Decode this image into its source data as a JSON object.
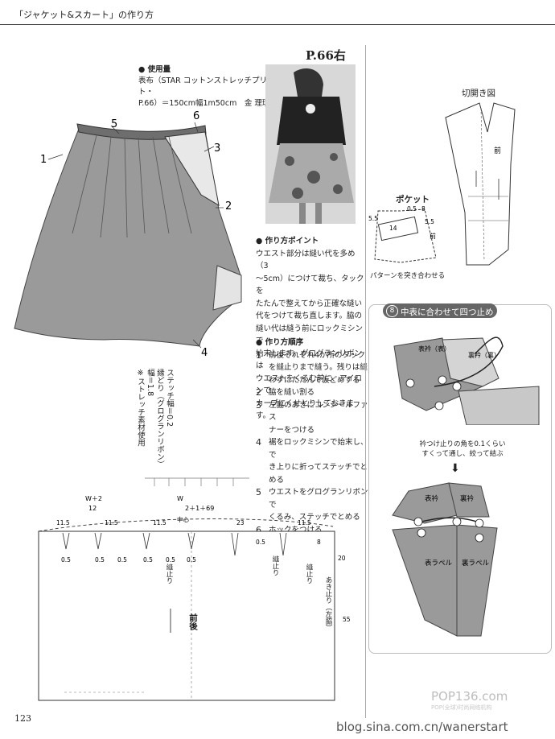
{
  "header": {
    "title": "「ジャケット&スカート」の作り方"
  },
  "page": {
    "ref": "P.66右",
    "number": "123"
  },
  "skirt_fig": {
    "labels": [
      "1",
      "2",
      "3",
      "4",
      "5",
      "6"
    ]
  },
  "materials": {
    "heading": "● 使用量",
    "lines": [
      "表布（STAR コットンストレッチプリント・",
      "P.66）＝150cm幅1m50cm　金 理璞"
    ]
  },
  "points": {
    "heading": "● 作り方ポイント",
    "lines": [
      "ウエスト部分は縫い代を多め（3",
      "～5cm）につけて裁ち、タックを",
      "たたんで整えてから正確な縫い",
      "代をつけて裁ち直します。脇の",
      "縫い代は縫う前にロックミシンで",
      "始末します。グログランリボンは",
      "ウエストをくるむ前に、アイロンで",
      "カーブにくせとりしておきます。"
    ]
  },
  "order": {
    "heading": "● 作り方順序",
    "steps": [
      {
        "n": "1",
        "lines": [
          "前後それぞれ4か所のタック",
          "を縫止りまで縫う。残りは縫",
          "わずにたたんで仮どめする"
        ]
      },
      {
        "n": "2",
        "lines": [
          "脇を縫い割る"
        ]
      },
      {
        "n": "3",
        "lines": [
          "左脇のあきにコンシールファス",
          "ナーをつける"
        ]
      },
      {
        "n": "4",
        "lines": [
          "裾をロックミシンで始末し、で",
          "き上りに折ってステッチでと",
          "める"
        ]
      },
      {
        "n": "5",
        "lines": [
          "ウエストをグログランリボンで",
          "くるみ、ステッチでとめる"
        ]
      },
      {
        "n": "6",
        "lines": [
          "ホックをつける"
        ]
      }
    ]
  },
  "notes_vertical": [
    "ステッチ幅＝0.2",
    "縁どり（グログランリボン）幅＝1.8",
    "※ストレッチ素材使用"
  ],
  "kirihiraki": {
    "title": "切開き図",
    "front": "前"
  },
  "pocket": {
    "title": "ポケット",
    "dims": [
      "0.5",
      "8",
      "5.5",
      "5.5",
      "14"
    ],
    "front": "前",
    "caption": "パターンを突き合わせる"
  },
  "step8": {
    "num": "8",
    "title": "中表に合わせて四つ止め",
    "labels_top": [
      "表衿（表）",
      "裏衿（裏）"
    ],
    "labels_bottom": [
      "表衿",
      "裏衿",
      "表ラペル",
      "裏ラペル"
    ],
    "caption": [
      "衿つけ止りの角を0.1くらい",
      "すくって通し、絞って結ぶ"
    ],
    "arrow": "⬇"
  },
  "pattern": {
    "top_formula1": "W＋2",
    "top_formula1_den": "12",
    "top_formula2": "W",
    "top_formula2_tail": "2＋1＋69",
    "center": "中心",
    "widths": [
      "11.5",
      "11.5",
      "11.5",
      "23",
      "11.5"
    ],
    "tucks": [
      "0.5",
      "0.5",
      "0.5",
      "0.5",
      "0.5",
      "0.5",
      "0.5",
      "8"
    ],
    "stop": "縫止り",
    "side_dims": [
      "20",
      "55"
    ],
    "opening": "あき止り（左脇）",
    "grain_label": "前後"
  },
  "watermark": {
    "logo": "POP136.com",
    "sub": "POP(全球)时尚网络机构",
    "blog": "blog.sina.com.cn/wanerstart"
  }
}
